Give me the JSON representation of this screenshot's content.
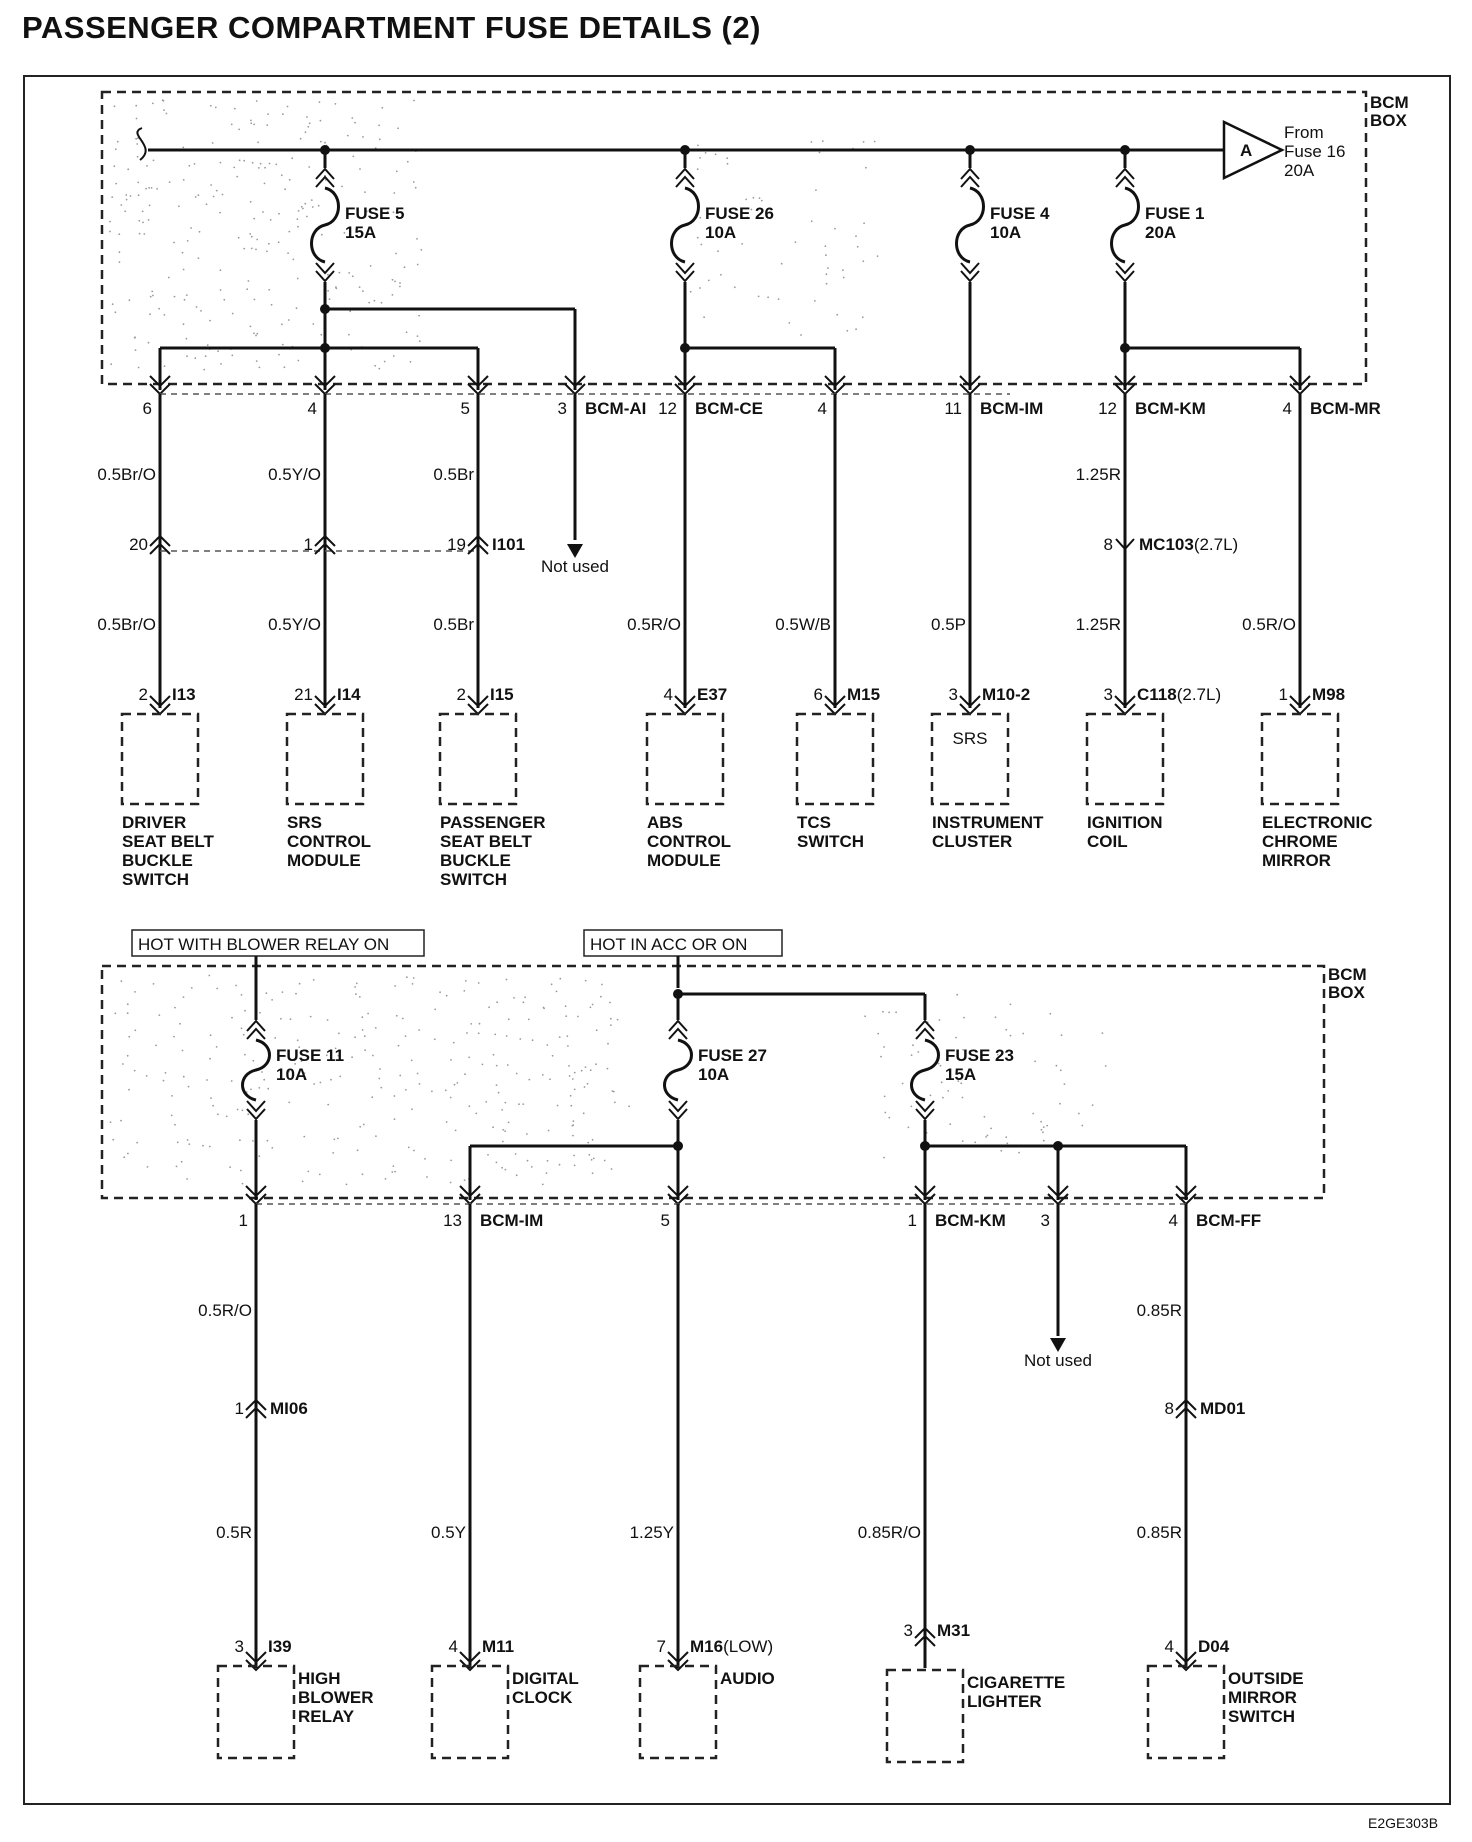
{
  "title": "PASSENGER COMPARTMENT FUSE DETAILS (2)",
  "figure_code": "E2GE303B",
  "top": {
    "bcm_box_label": [
      "BCM",
      "BOX"
    ],
    "source": {
      "letter": "A",
      "lines": [
        "From",
        "Fuse 16",
        "20A"
      ]
    },
    "fuses": [
      {
        "id": "f5",
        "name": "FUSE 5",
        "rating": "15A"
      },
      {
        "id": "f26",
        "name": "FUSE 26",
        "rating": "10A"
      },
      {
        "id": "f4",
        "name": "FUSE 4",
        "rating": "10A"
      },
      {
        "id": "f1",
        "name": "FUSE 1",
        "rating": "20A"
      }
    ],
    "pins": [
      {
        "id": "p1",
        "pin": "6",
        "conn": ""
      },
      {
        "id": "p2",
        "pin": "4",
        "conn": ""
      },
      {
        "id": "p3",
        "pin": "5",
        "conn": ""
      },
      {
        "id": "p4",
        "pin": "3",
        "conn": "BCM-AI"
      },
      {
        "id": "p5",
        "pin": "12",
        "conn": "BCM-CE"
      },
      {
        "id": "p6",
        "pin": "4",
        "conn": ""
      },
      {
        "id": "p7",
        "pin": "11",
        "conn": "BCM-IM"
      },
      {
        "id": "p8",
        "pin": "12",
        "conn": "BCM-KM"
      },
      {
        "id": "p9",
        "pin": "4",
        "conn": "BCM-MR"
      }
    ],
    "wires1": [
      {
        "id": "w1",
        "text": "0.5Br/O"
      },
      {
        "id": "w2",
        "text": "0.5Y/O"
      },
      {
        "id": "w3",
        "text": "0.5Br"
      },
      {
        "id": "w8",
        "text": "1.25R"
      }
    ],
    "mid_connectors": [
      {
        "id": "c1",
        "pin": "20",
        "conn": ""
      },
      {
        "id": "c2",
        "pin": "1",
        "conn": ""
      },
      {
        "id": "c3",
        "pin": "19",
        "conn": "I101"
      },
      {
        "id": "c8",
        "pin": "8",
        "conn": "MC103",
        "note": "(2.7L)"
      }
    ],
    "not_used": "Not used",
    "wires2": [
      {
        "id": "w1",
        "text": "0.5Br/O"
      },
      {
        "id": "w2",
        "text": "0.5Y/O"
      },
      {
        "id": "w3",
        "text": "0.5Br"
      },
      {
        "id": "w5",
        "text": "0.5R/O"
      },
      {
        "id": "w6",
        "text": "0.5W/B"
      },
      {
        "id": "w7",
        "text": "0.5P"
      },
      {
        "id": "w8",
        "text": "1.25R"
      },
      {
        "id": "w9",
        "text": "0.5R/O"
      }
    ],
    "components": [
      {
        "id": "k1",
        "pin": "2",
        "conn": "I13",
        "note": "",
        "inner": "",
        "name": [
          "DRIVER",
          "SEAT BELT",
          "BUCKLE",
          "SWITCH"
        ]
      },
      {
        "id": "k2",
        "pin": "21",
        "conn": "I14",
        "note": "",
        "inner": "",
        "name": [
          "SRS",
          "CONTROL",
          "MODULE"
        ]
      },
      {
        "id": "k3",
        "pin": "2",
        "conn": "I15",
        "note": "",
        "inner": "",
        "name": [
          "PASSENGER",
          "SEAT BELT",
          "BUCKLE",
          "SWITCH"
        ]
      },
      {
        "id": "k5",
        "pin": "4",
        "conn": "E37",
        "note": "",
        "inner": "",
        "name": [
          "ABS",
          "CONTROL",
          "MODULE"
        ]
      },
      {
        "id": "k6",
        "pin": "6",
        "conn": "M15",
        "note": "",
        "inner": "",
        "name": [
          "TCS",
          "SWITCH"
        ]
      },
      {
        "id": "k7",
        "pin": "3",
        "conn": "M10-2",
        "note": "",
        "inner": "SRS",
        "name": [
          "INSTRUMENT",
          "CLUSTER"
        ]
      },
      {
        "id": "k8",
        "pin": "3",
        "conn": "C118",
        "note": "(2.7L)",
        "inner": "",
        "name": [
          "IGNITION",
          "COIL"
        ]
      },
      {
        "id": "k9",
        "pin": "1",
        "conn": "M98",
        "note": "",
        "inner": "",
        "name": [
          "ELECTRONIC",
          "CHROME",
          "MIRROR"
        ]
      }
    ]
  },
  "bottom": {
    "bcm_box_label": [
      "BCM",
      "BOX"
    ],
    "hot_labels": {
      "blower": "HOT WITH BLOWER RELAY ON",
      "acc": "HOT IN ACC OR ON"
    },
    "fuses": [
      {
        "id": "f11",
        "name": "FUSE 11",
        "rating": "10A"
      },
      {
        "id": "f27",
        "name": "FUSE 27",
        "rating": "10A"
      },
      {
        "id": "f23",
        "name": "FUSE 23",
        "rating": "15A"
      }
    ],
    "pins": [
      {
        "id": "q1",
        "pin": "1",
        "conn": ""
      },
      {
        "id": "q2",
        "pin": "13",
        "conn": "BCM-IM"
      },
      {
        "id": "q3",
        "pin": "5",
        "conn": ""
      },
      {
        "id": "q4",
        "pin": "1",
        "conn": "BCM-KM"
      },
      {
        "id": "q5",
        "pin": "3",
        "conn": ""
      },
      {
        "id": "q6",
        "pin": "4",
        "conn": "BCM-FF"
      }
    ],
    "wires1": [
      {
        "id": "w1",
        "text": "0.5R/O"
      },
      {
        "id": "w6",
        "text": "0.85R"
      }
    ],
    "not_used": "Not used",
    "mid_connectors": [
      {
        "id": "m1",
        "pin": "1",
        "conn": "MI06"
      },
      {
        "id": "m6",
        "pin": "8",
        "conn": "MD01"
      }
    ],
    "wires2": [
      {
        "id": "w1",
        "text": "0.5R"
      },
      {
        "id": "w2",
        "text": "0.5Y"
      },
      {
        "id": "w3",
        "text": "1.25Y"
      },
      {
        "id": "w4",
        "text": "0.85R/O"
      },
      {
        "id": "w6",
        "text": "0.85R"
      }
    ],
    "components": [
      {
        "id": "r1",
        "pin": "3",
        "conn": "I39",
        "note": "",
        "name": [
          "HIGH",
          "BLOWER",
          "RELAY"
        ]
      },
      {
        "id": "r2",
        "pin": "4",
        "conn": "M11",
        "note": "",
        "name": [
          "DIGITAL",
          "CLOCK"
        ]
      },
      {
        "id": "r3",
        "pin": "7",
        "conn": "M16",
        "note": "(LOW)",
        "name": [
          "AUDIO"
        ]
      },
      {
        "id": "r4",
        "pin": "3",
        "conn": "M31",
        "note": "",
        "name": [
          "CIGARETTE",
          "LIGHTER"
        ]
      },
      {
        "id": "r6",
        "pin": "4",
        "conn": "D04",
        "note": "",
        "name": [
          "OUTSIDE",
          "MIRROR",
          "SWITCH"
        ]
      }
    ]
  }
}
